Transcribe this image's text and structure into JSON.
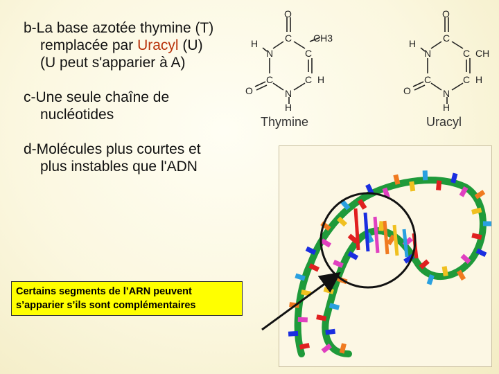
{
  "points": {
    "b": {
      "line1": "b-La base azotée thymine (T)",
      "line2_pre": "remplacée par ",
      "line2_highlight": "Uracyl",
      "line2_post": " (U)",
      "line3": "(U peut s'apparier à A)"
    },
    "c": {
      "line1": "c-Une seule chaîne de",
      "line2": "nucléotides"
    },
    "d": {
      "line1": "d-Molécules plus courtes et",
      "line2": "plus instables que l'ADN"
    }
  },
  "thymine": {
    "name": "Thymine",
    "atoms": [
      "O",
      "H",
      "N",
      "C",
      "C",
      "CH3",
      "C",
      "H",
      "O",
      "C",
      "N",
      "H"
    ]
  },
  "uracyl": {
    "name": "Uracyl",
    "atoms": [
      "O",
      "H",
      "N",
      "C",
      "C",
      "CH",
      "C",
      "H",
      "O",
      "C",
      "N",
      "H"
    ]
  },
  "callout": {
    "line1": "Certains segments de l’ARN peuvent",
    "line2": "s’apparier s’ils sont complémentaires"
  },
  "colors": {
    "highlight_text": "#b8320a",
    "callout_bg": "#ffff00",
    "strand_green": "#1f9a3a",
    "base_red": "#e02020",
    "base_blue": "#1a2ee0",
    "base_pink": "#e040c0",
    "base_orange": "#f07a20"
  }
}
